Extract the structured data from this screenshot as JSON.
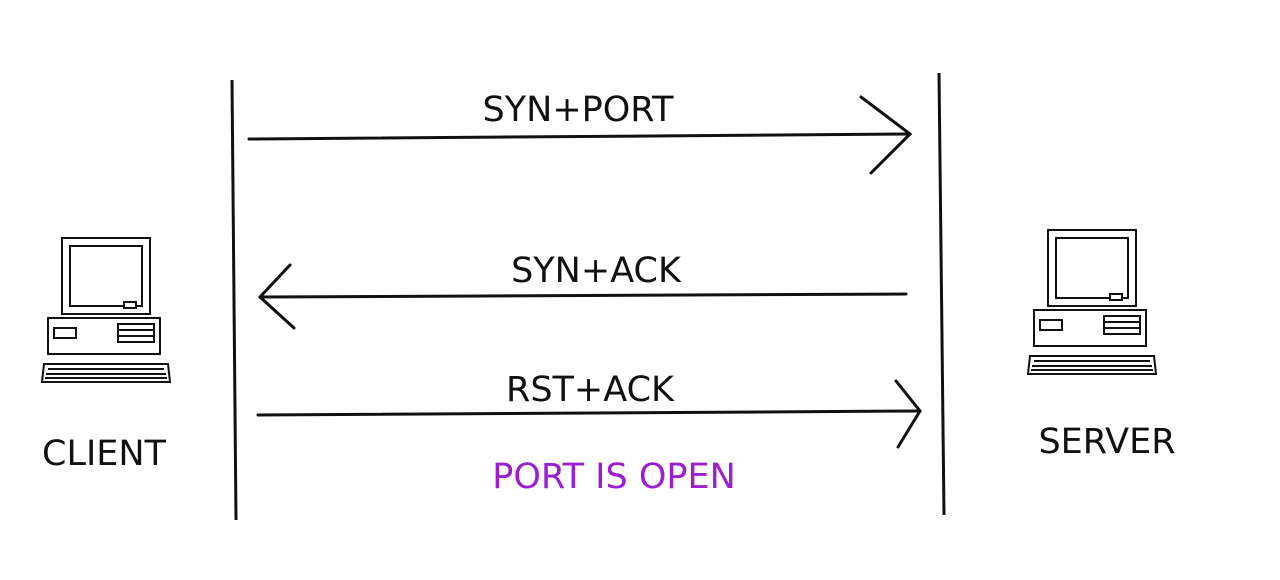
{
  "messages": [
    {
      "label": "SYN+PORT",
      "direction": "client-to-server"
    },
    {
      "label": "SYN+ACK",
      "direction": "server-to-client"
    },
    {
      "label": "RST+ACK",
      "direction": "client-to-server"
    }
  ],
  "note": "PORT IS OPEN",
  "client": {
    "label": "CLIENT",
    "icon": "computer-icon"
  },
  "server": {
    "label": "SERVER",
    "icon": "computer-icon"
  },
  "colors": {
    "line": "#111111",
    "text": "#111111",
    "note": "#9b1fd1",
    "background": "#ffffff"
  }
}
